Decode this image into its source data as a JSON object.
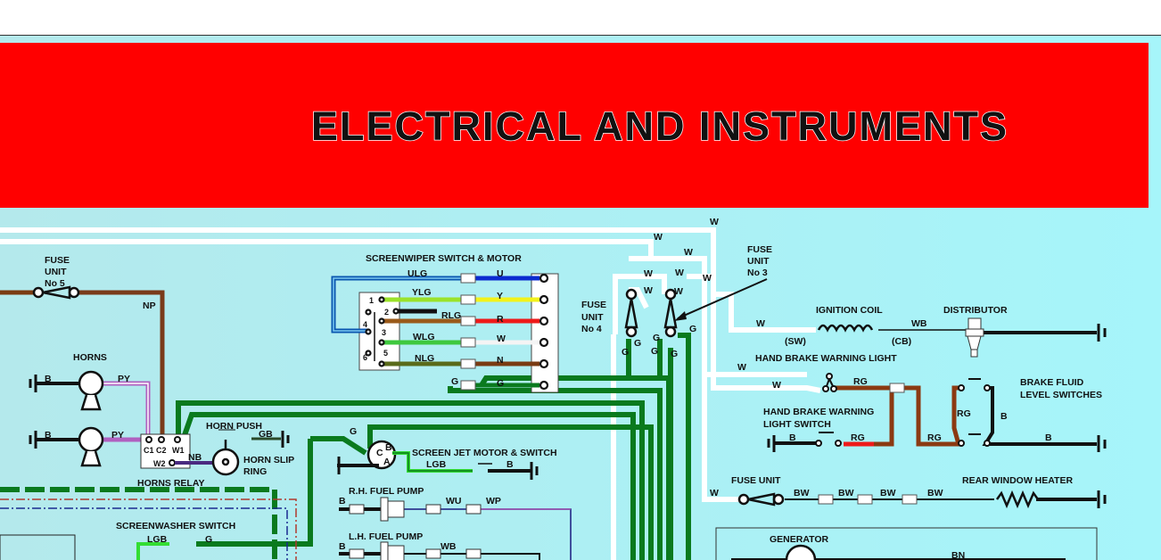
{
  "banner": {
    "title": "ELECTRICAL AND INSTRUMENTS",
    "color": "#ff0000"
  },
  "colors": {
    "background": "#b6eef1",
    "green": "#0a7a1e",
    "brown": "#7a3b12",
    "purple": "#8a3aa8"
  },
  "labels": {
    "fuse5_1": "FUSE",
    "fuse5_2": "UNIT",
    "fuse5_3": "No 5",
    "np": "NP",
    "horns": "HORNS",
    "b1": "B",
    "b2": "B",
    "py1": "PY",
    "py2": "PY",
    "c1": "C1",
    "c2": "C2",
    "w1": "W1",
    "w2": "W2",
    "nb": "NB",
    "horns_relay": "HORNS RELAY",
    "horn_push": "HORN PUSH",
    "gb": "GB",
    "slip1": "HORN SLIP",
    "slip2": "RING",
    "wiper": "SCREENWIPER SWITCH & MOTOR",
    "ulg": "ULG",
    "u": "U",
    "ylg": "YLG",
    "y": "Y",
    "rlg": "RLG",
    "r": "R",
    "wlg": "WLG",
    "w": "W",
    "nlg": "NLG",
    "n": "N",
    "g1": "G",
    "g2": "G",
    "t1": "1",
    "t2": "2",
    "t3": "3",
    "t4": "4",
    "t5": "5",
    "t6": "6",
    "jet": "SCREEN JET MOTOR & SWITCH",
    "jg": "G",
    "jc": "C",
    "jb": "B",
    "ja": "A",
    "lgb": "LGB",
    "jb2": "B",
    "rhpump": "R.H. FUEL PUMP",
    "rb": "B",
    "wu": "WU",
    "wp": "WP",
    "lhpump": "L.H. FUEL PUMP",
    "lb": "B",
    "wb2": "WB",
    "washer": "SCREENWASHER SWITCH",
    "wlgb": "LGB",
    "wg": "G",
    "fuse4_1": "FUSE",
    "fuse4_2": "UNIT",
    "fuse4_3": "No 4",
    "fuse3_1": "FUSE",
    "fuse3_2": "UNIT",
    "fuse3_3": "No 3",
    "ww1": "W",
    "ww2": "W",
    "ww3": "W",
    "ww4": "W",
    "ww5": "W",
    "ww6": "W",
    "ww7": "W",
    "ww8": "W",
    "fg1": "G",
    "fg2": "G",
    "fg3": "G",
    "fg4": "G",
    "fg5": "G",
    "fg6": "G",
    "ign": "IGNITION COIL",
    "ign_w": "W",
    "sw": "(SW)",
    "cb": "(CB)",
    "wb": "WB",
    "dist": "DISTRIBUTOR",
    "hbwl": "HAND BRAKE WARNING LIGHT",
    "hw1": "W",
    "hw2": "W",
    "rg1": "RG",
    "hbs1": "HAND BRAKE WARNING",
    "hbs2": "LIGHT SWITCH",
    "hb_b": "B",
    "rg2": "RG",
    "rg3": "RG",
    "rg4": "RG",
    "bfl1": "BRAKE FLUID",
    "bfl2": "LEVEL SWITCHES",
    "bb1": "B",
    "bb2": "B",
    "fuseunit": "FUSE UNIT",
    "fw": "W",
    "bw1": "BW",
    "bw2": "BW",
    "bw3": "BW",
    "bw4": "BW",
    "rwh": "REAR WINDOW HEATER",
    "gen": "GENERATOR",
    "bn": "BN"
  }
}
